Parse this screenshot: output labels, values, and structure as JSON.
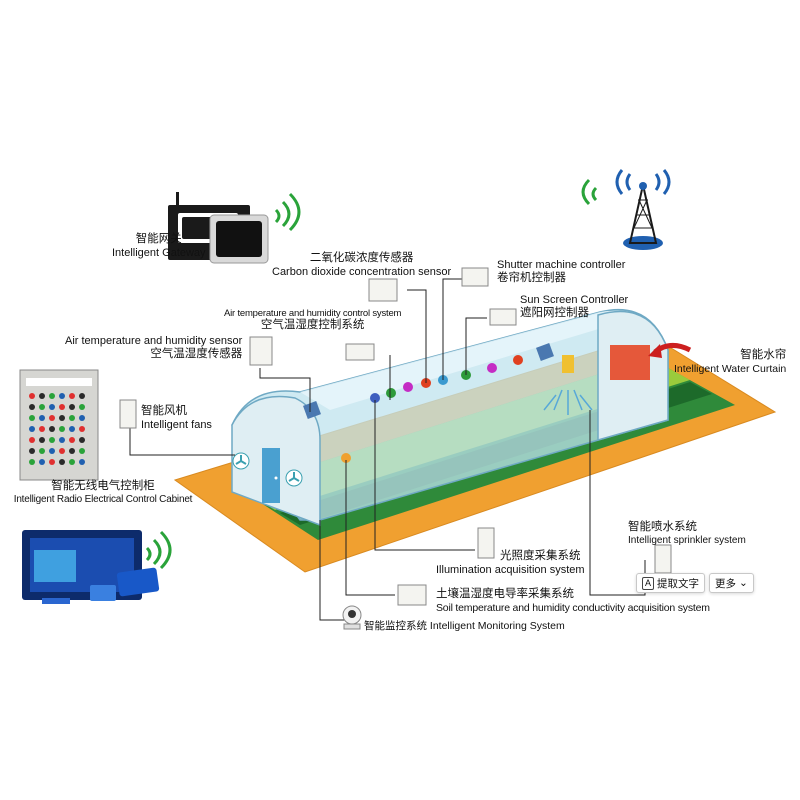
{
  "labels": {
    "gateway": {
      "cn": "智能网关",
      "en": "Intelligent Gateway"
    },
    "co2": {
      "cn": "二氧化碳浓度传感器",
      "en": "Carbon dioxide concentration sensor"
    },
    "shutter": {
      "en": "Shutter machine controller",
      "cn": "卷帘机控制器"
    },
    "sunscreen": {
      "en": "Sun Screen Controller",
      "cn": "遮阳网控制器"
    },
    "air_control": {
      "en": "Air temperature and humidity control system",
      "cn": "空气温湿度控制系统"
    },
    "air_sensor": {
      "en": "Air temperature and humidity sensor",
      "cn": "空气温湿度传感器"
    },
    "water_curtain": {
      "cn": "智能水帘",
      "en": "Intelligent Water Curtain"
    },
    "fans": {
      "cn": "智能风机",
      "en": "Intelligent fans"
    },
    "cabinet": {
      "cn": "智能无线电气控制柜",
      "en": "Intelligent Radio Electrical Control Cabinet"
    },
    "sprinkler": {
      "cn": "智能喷水系统",
      "en": "Intelligent sprinkler system"
    },
    "illumination": {
      "cn": "光照度采集系统",
      "en": "Illumination acquisition system"
    },
    "soil": {
      "cn": "土壤温湿度电导率采集系统",
      "en": "Soil temperature and humidity conductivity acquisition system"
    },
    "monitoring": {
      "text": "智能监控系统 Intelligent Monitoring System"
    }
  },
  "ocr_toolbar": {
    "extract_label": "提取文字",
    "more_label": "更多"
  },
  "icons": [
    "gateway-router-icon",
    "wifi-icon",
    "signal-tower-icon",
    "fan-icon",
    "camera-icon",
    "water-spray-icon",
    "dashboard-computer-icon",
    "control-cabinet-icon"
  ],
  "colors": {
    "ground": "#f0a030",
    "grass_dark": "#2f8a3a",
    "grass_light": "#9acb3c",
    "greenhouse_glass": "#bfe3ee",
    "curtain": "#e5583a",
    "arrow": "#cc1f1f"
  }
}
